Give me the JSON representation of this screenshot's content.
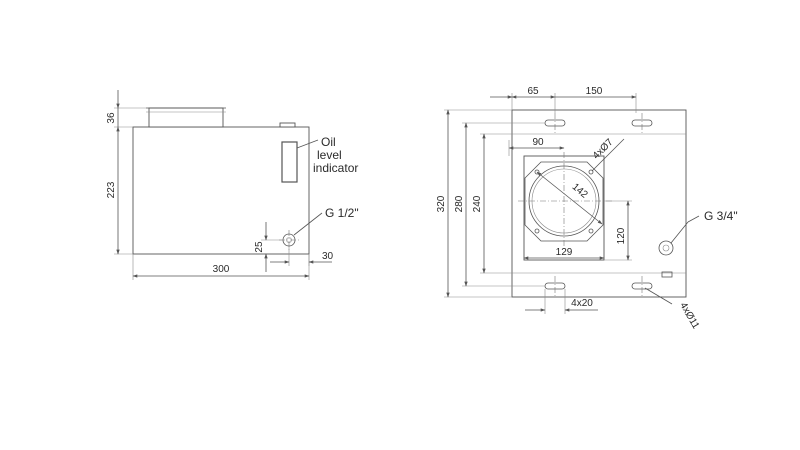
{
  "side_view": {
    "callouts": {
      "oil_indicator": [
        "Oil",
        "level",
        "indicator"
      ],
      "port": "G 1/2\""
    },
    "dimensions": {
      "cap_height": "36",
      "tank_height": "223",
      "port_height": "25",
      "port_offset": "30",
      "tank_width": "300"
    }
  },
  "top_view": {
    "callouts": {
      "port": "G 3/4\"",
      "mount_holes": "4xØ11",
      "flange_holes": "4xØ7"
    },
    "dimensions": {
      "hole_offset_x": "65",
      "hole_spacing_x": "150",
      "total_depth": "320",
      "hole_spacing_y": "280",
      "opening_depth": "240",
      "flange_offset": "90",
      "flange_diameter": "142",
      "flange_width": "129",
      "flange_height": "120",
      "slot_size": "4x20"
    }
  },
  "colors": {
    "line": "#555555",
    "text": "#2a2a2a",
    "background": "#ffffff"
  }
}
